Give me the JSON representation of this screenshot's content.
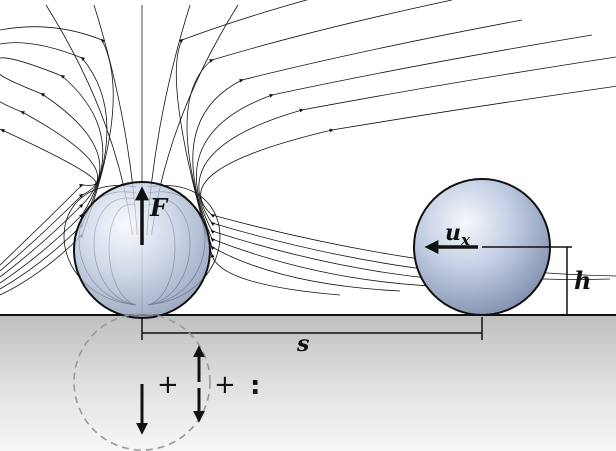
{
  "labels": {
    "force": "F",
    "velocity_base": "u",
    "velocity_sub": "x",
    "separation": "s",
    "height": "h"
  },
  "image_series": {
    "plus_1": "+",
    "plus_2": "+",
    "colon": ":"
  },
  "colors": {
    "wall_top": "#c8c8c8",
    "wall_bottom": "#f4f4f4",
    "sphere_light": "#f2f5fb",
    "sphere_mid": "#b9c6df",
    "sphere_dark": "#6f7f9e",
    "streamline": "#111111",
    "image_circle": "#9a9a9a"
  }
}
